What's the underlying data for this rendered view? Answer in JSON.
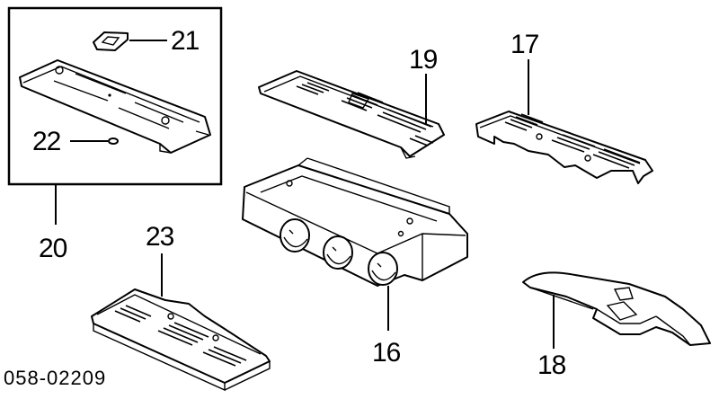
{
  "callouts": {
    "c16": "16",
    "c17": "17",
    "c18": "18",
    "c19": "19",
    "c20": "20",
    "c21": "21",
    "c22": "22",
    "c23": "23"
  },
  "diagram_code": "058-02209"
}
